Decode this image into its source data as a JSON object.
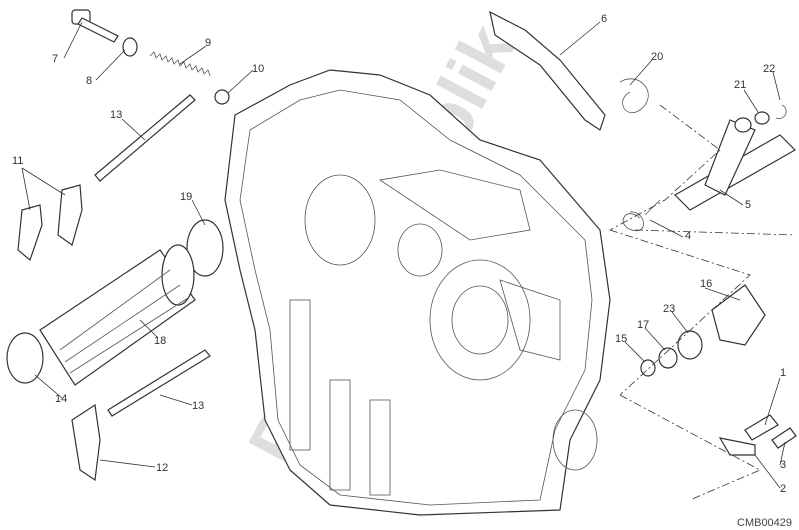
{
  "diagram": {
    "watermark": "PartsRepublik",
    "drawing_code": "CMB00429",
    "callouts": [
      "1",
      "2",
      "3",
      "4",
      "5",
      "6",
      "7",
      "8",
      "9",
      "10",
      "11",
      "12",
      "13",
      "13",
      "14",
      "15",
      "16",
      "17",
      "18",
      "19",
      "20",
      "21",
      "22",
      "23"
    ]
  }
}
